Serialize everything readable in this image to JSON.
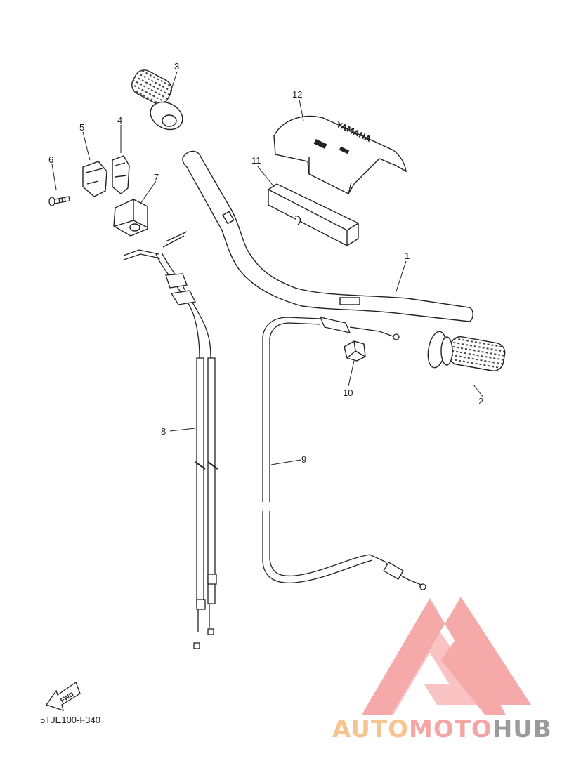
{
  "diagram": {
    "callouts": [
      {
        "id": "1",
        "label": "1"
      },
      {
        "id": "2",
        "label": "2"
      },
      {
        "id": "3",
        "label": "3"
      },
      {
        "id": "4",
        "label": "4"
      },
      {
        "id": "5",
        "label": "5"
      },
      {
        "id": "6",
        "label": "6"
      },
      {
        "id": "7",
        "label": "7"
      },
      {
        "id": "8",
        "label": "8"
      },
      {
        "id": "9",
        "label": "9"
      },
      {
        "id": "10",
        "label": "10"
      },
      {
        "id": "11",
        "label": "11"
      },
      {
        "id": "12",
        "label": "12"
      }
    ],
    "pad_brand": "YAMAHA",
    "fwd_label": "FWD",
    "diagram_code": "5TJE100-F340"
  },
  "watermark": {
    "part1": "AUTO",
    "part2": "MOTO",
    "part3": "HUB",
    "colors": {
      "auto": "#f7c48f",
      "moto": "#f6a5a5",
      "hub": "#9b9b9b",
      "logo": "#f48f8f"
    }
  }
}
